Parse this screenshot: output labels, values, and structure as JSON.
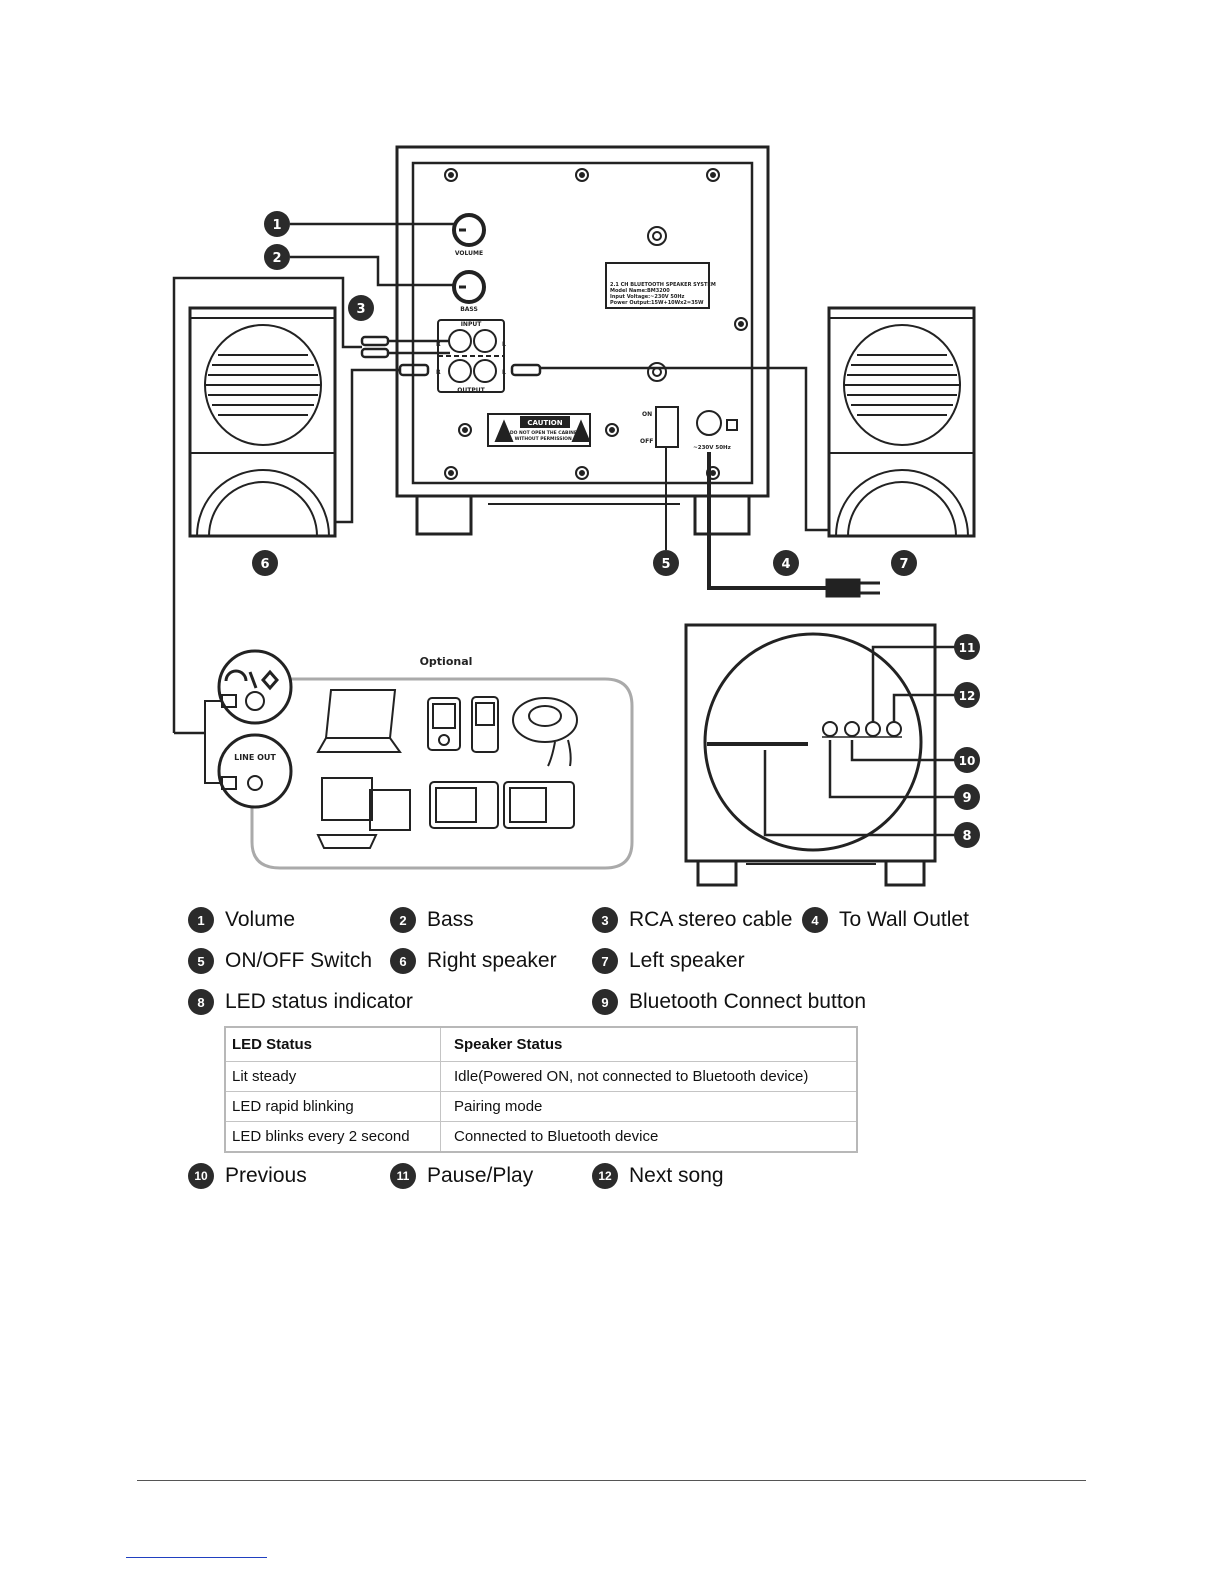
{
  "diagram": {
    "volume_knob_label": "VOLUME",
    "bass_knob_label": "BASS",
    "input_label": "INPUT",
    "output_label": "OUTPUT",
    "channel_r": "R",
    "channel_l": "L",
    "spec_plate": [
      "2.1 CH BLUETOOTH SPEAKER SYSTEM",
      "Model Name:BM3200",
      "Input Voltage:~230V 50Hz",
      "Power Output:15W+10Wx2=35W"
    ],
    "caution_title": "CAUTION",
    "caution_text": [
      "DO NOT OPEN THE CABINET",
      "WITHOUT PERMISSION !"
    ],
    "switch_on": "ON",
    "switch_off": "OFF",
    "power_rating": "~230V 50Hz",
    "optional_label": "Optional",
    "line_out_label": "LINE OUT",
    "callouts": [
      "1",
      "2",
      "3",
      "4",
      "5",
      "6",
      "7",
      "8",
      "9",
      "10",
      "11",
      "12"
    ]
  },
  "legend": {
    "rows": [
      [
        {
          "num": "1",
          "label": "Volume"
        },
        {
          "num": "2",
          "label": "Bass"
        },
        {
          "num": "3",
          "label": "RCA stereo cable"
        },
        {
          "num": "4",
          "label": "To Wall Outlet"
        }
      ],
      [
        {
          "num": "5",
          "label": "ON/OFF Switch"
        },
        {
          "num": "6",
          "label": "Right speaker"
        },
        {
          "num": "7",
          "label": "Left speaker"
        }
      ],
      [
        {
          "num": "8",
          "label": "LED status indicator"
        },
        {
          "num": "9",
          "label": "Bluetooth Connect button"
        }
      ]
    ],
    "last_row": [
      {
        "num": "10",
        "label": "Previous"
      },
      {
        "num": "11",
        "label": "Pause/Play"
      },
      {
        "num": "12",
        "label": "Next song"
      }
    ]
  },
  "led_table": {
    "headers": [
      "LED Status",
      "Speaker Status"
    ],
    "rows": [
      [
        "Lit steady",
        "Idle(Powered ON, not connected to Bluetooth device)"
      ],
      [
        "LED rapid blinking",
        "Pairing mode"
      ],
      [
        "LED blinks every 2 second",
        "Connected to Bluetooth device"
      ]
    ]
  }
}
